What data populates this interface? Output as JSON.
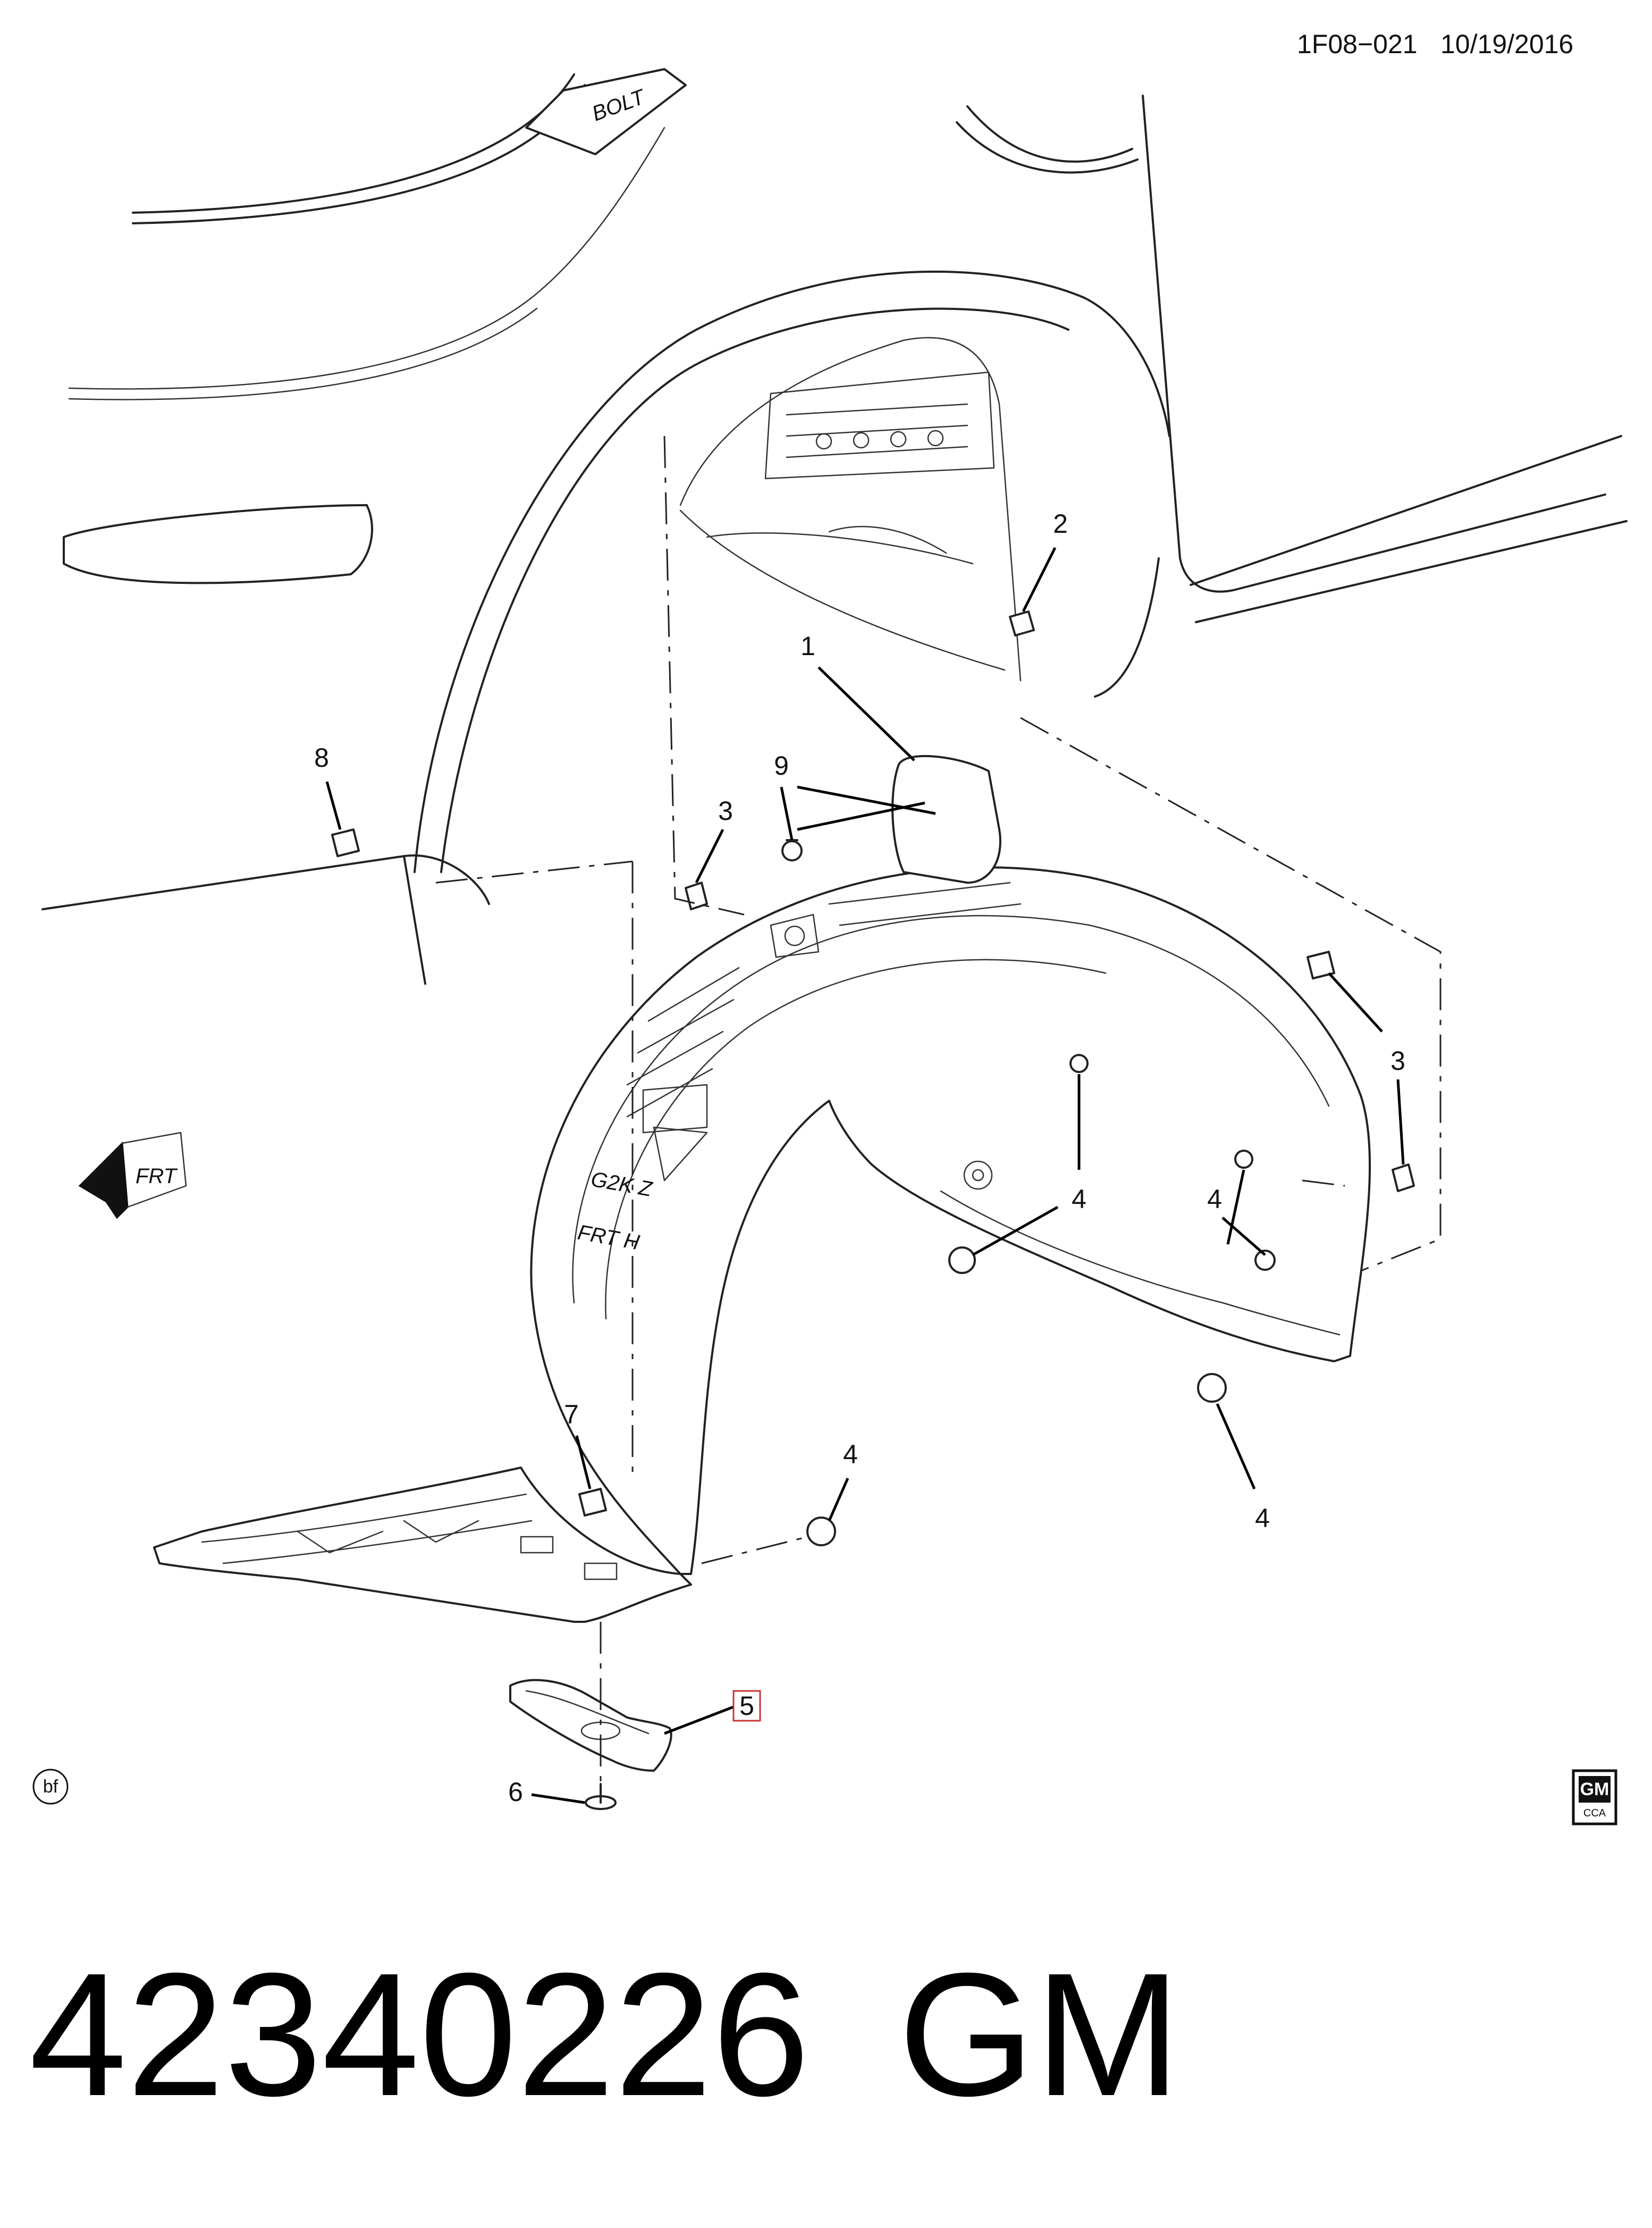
{
  "header": {
    "diagram_code": "1F08−021",
    "date": "10/19/2016"
  },
  "badges": {
    "vehicle_badge": "BOLT",
    "frt_arrow": "FRT",
    "illustrator": "bf",
    "gm_logo": "GM",
    "gm_logo_sub": "CCA"
  },
  "callouts": {
    "c1": "1",
    "c2": "2",
    "c3a": "3",
    "c3b": "3",
    "c4a": "4",
    "c4b": "4",
    "c4c": "4",
    "c4d": "4",
    "c5": "5",
    "c6": "6",
    "c7": "7",
    "c8": "8",
    "c9": "9"
  },
  "part_markings": {
    "line1": "G2K Z",
    "line2": "FRT H"
  },
  "footer": {
    "part_number": "42340226",
    "brand": "GM"
  },
  "colors": {
    "line": "#222222",
    "highlight_box": "#cc3333"
  }
}
